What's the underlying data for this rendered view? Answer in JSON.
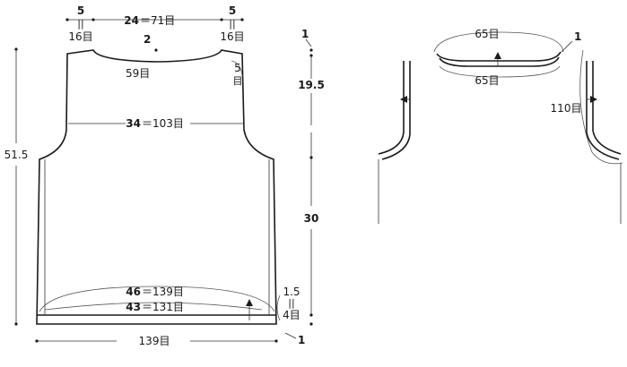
{
  "front_body": {
    "top_left_shoulder": {
      "count": "5",
      "sep": "||",
      "stitches": "16目"
    },
    "neck_width": {
      "value": "24",
      "eq": "＝71目"
    },
    "top_right_shoulder": {
      "count": "5",
      "sep": "||",
      "stitches": "16目"
    },
    "neck_depth_marker": "2",
    "neck_bind": "59目",
    "side_neck": {
      "value": "5",
      "unit": "目"
    },
    "chest": {
      "value": "34",
      "eq": "＝103目"
    },
    "total_height": "51.5",
    "upper_height_marker": "1",
    "armhole_height": "19.5",
    "body_height": "30",
    "hem_upper": {
      "value": "46",
      "eq": "＝139目"
    },
    "hem_lower": {
      "value": "43",
      "eq": "＝131目"
    },
    "rib_label": {
      "top": "1.5",
      "sep": "||",
      "bottom": "4目"
    },
    "bottom_width": "139目",
    "bottom_marker": "1"
  },
  "neckband": {
    "top_count": "65目",
    "bottom_count": "65目",
    "right_marker": "1",
    "armhole_count": "110目"
  }
}
